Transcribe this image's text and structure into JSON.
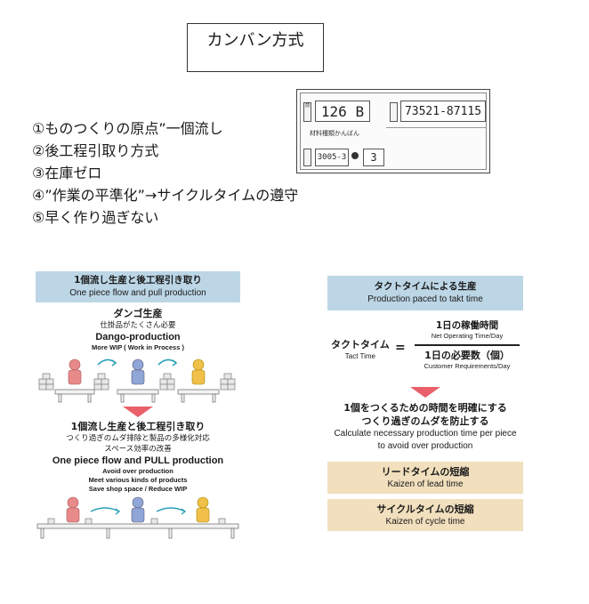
{
  "title": "カンバン方式",
  "points": [
    "①ものつくりの原点”一個流し",
    "②後工程引取り方式",
    "③在庫ゼロ",
    "④”作業の平準化”→サイクルタイムの遵守",
    "⑤早く作り過ぎない"
  ],
  "kanban_card": {
    "top_left_label": "前",
    "part_code": "126 B",
    "part_number": "73521-87115",
    "material_name": "材料種類かんばん",
    "bottom_code": "3005-3",
    "count": "3"
  },
  "left_panel": {
    "header_jp": "1個流し生産と後工程引き取り",
    "header_en": "One piece flow  and pull production",
    "dango_jp": "ダンゴ生産",
    "dango_sub_jp": "仕掛品がたくさん必要",
    "dango_en": "Dango-production",
    "dango_sub_en": "More WIP ( Work in Process )",
    "flow_jp": "1個流し生産と後工程引き取り",
    "flow_sub_jp": "つくり過ぎのムダ排除と製品の多様化対応",
    "flow_sub2_jp": "スペース効率の改善",
    "flow_en": "One piece flow and PULL production",
    "flow_points_en": [
      "Avoid over production",
      "Meet various kinds of products",
      "Save shop space / Reduce WIP"
    ]
  },
  "right_panel": {
    "header_jp": "タクトタイムによる生産",
    "header_en": "Production paced to takt time",
    "lhs_jp": "タクトタイム",
    "lhs_en": "Tact Time",
    "equals": "=",
    "numerator_jp": "1日の稼働時間",
    "numerator_en": "Net Operating Time/Day",
    "denominator_jp": "1日の必要数（個）",
    "denominator_en": "Customer Requirements/Day",
    "statement_jp_1": "1個をつくるための時間を明確にする",
    "statement_jp_2": "つくり過ぎのムダを防止する",
    "statement_en_1": "Calculate necessary production time per piece",
    "statement_en_2": "to avoid over production",
    "kaizen": [
      {
        "jp": "リードタイムの短縮",
        "en": "Kaizen of lead time"
      },
      {
        "jp": "サイクルタイムの短縮",
        "en": "Kaizen of cycle time"
      }
    ]
  },
  "colors": {
    "header_blue": "#bcd6e6",
    "arrow_red": "#e9606a",
    "kaizen_tan": "#f1dfbd",
    "worker_red": "#e88a8a",
    "worker_blue": "#8fa6d6",
    "worker_yellow": "#f0c04a"
  }
}
